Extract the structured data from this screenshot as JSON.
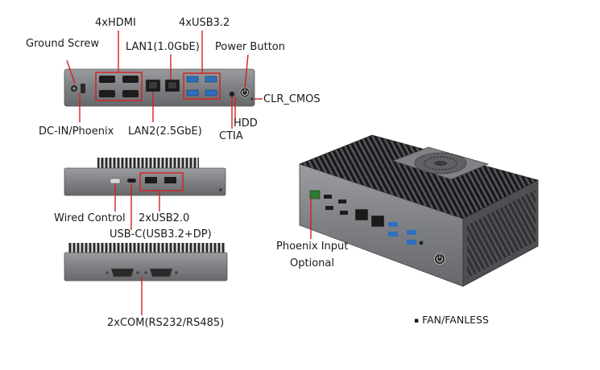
{
  "labels": {
    "hdmi": "4xHDMI",
    "usb32": "4xUSB3.2",
    "ground_screw": "Ground Screw",
    "lan1": "LAN1(1.0GbE)",
    "power_button": "Power Button",
    "clr_cmos": "CLR_CMOS",
    "dc_in": "DC-IN/Phoenix",
    "lan2": "LAN2(2.5GbE)",
    "hdd": "HDD",
    "ctia": "CTIA",
    "wired_control": "Wired Control",
    "usb20": "2xUSB2.0",
    "usb_c": "USB-C(USB3.2+DP)",
    "com": "2xCOM(RS232/RS485)",
    "phoenix_input_line1": "Phoenix Input",
    "phoenix_input_line2": "Optional"
  },
  "note": {
    "bullet": "▪",
    "text": "FAN/FANLESS"
  },
  "colors": {
    "callout": "#d6201f",
    "chassis": "#7d7f82",
    "chassis_dark": "#3c3d40",
    "port_blue": "#2f6fbf"
  }
}
